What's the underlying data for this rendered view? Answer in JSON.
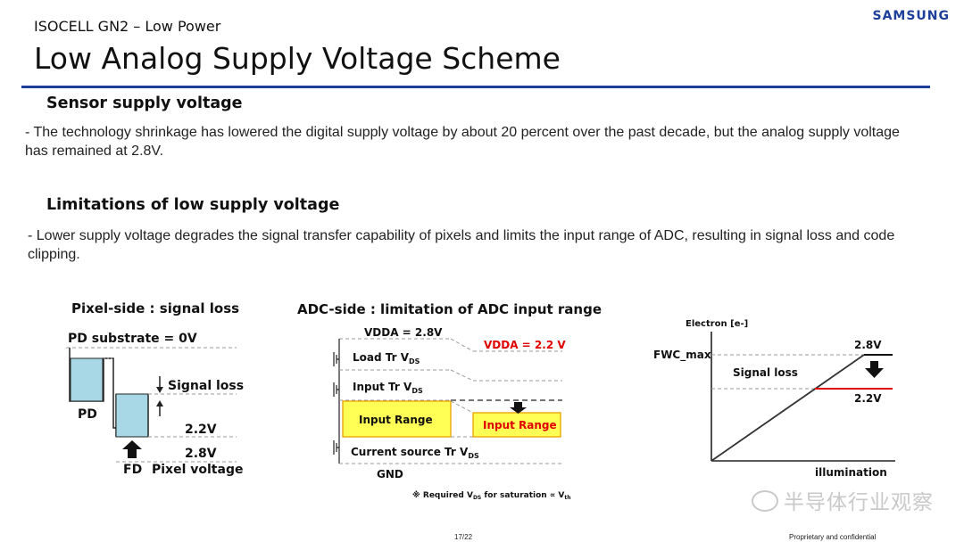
{
  "header": {
    "kicker": "ISOCELL GN2 – Low Power",
    "title": "Low Analog Supply Voltage Scheme",
    "brand": "SAMSUNG"
  },
  "sections": [
    {
      "heading": "Sensor supply voltage",
      "body": "- The technology shrinkage has lowered the digital supply voltage by about 20 percent over the past decade, but the analog supply voltage has remained at 2.8V."
    },
    {
      "heading": "Limitations of low supply voltage",
      "body": "- Lower supply voltage degrades the signal transfer capability of pixels and limits the input range of ADC, resulting in signal loss and code clipping."
    }
  ],
  "pixel_diagram": {
    "caption": "Pixel-side : signal loss",
    "substrate": "PD substrate = 0V",
    "signal_loss": "Signal loss",
    "pd": "PD",
    "fd": "FD",
    "v_low": "2.2V",
    "v_high": "2.8V",
    "pixel_voltage": "Pixel voltage"
  },
  "adc_diagram": {
    "caption": "ADC-side : limitation of ADC input range",
    "vdda_high": "VDDA = 2.8V",
    "vdda_low": "VDDA = 2.2 V",
    "load_tr": "Load Tr V",
    "input_tr": "Input Tr V",
    "current_src": "Current source Tr V",
    "sub_ds": "DS",
    "input_range": "Input Range",
    "gnd": "GND",
    "note_prefix": "※ Required V",
    "note_mid": " for saturation ∝ V",
    "note_sub_th": "th",
    "colors": {
      "range_fill": "#ffff55",
      "range_stroke": "#e8a000",
      "alert": "#e00000"
    }
  },
  "chart_data": {
    "type": "line",
    "title": "",
    "ylabel": "Electron [e-]",
    "xlabel": "illumination",
    "y_marker": "FWC_max",
    "series": [
      {
        "name": "2.8V",
        "color": "#000000"
      },
      {
        "name": "2.2V",
        "color": "#e00000"
      }
    ],
    "annotation": "Signal loss"
  },
  "footer": {
    "page": "17/22",
    "confidential": "Proprietary and confidential",
    "watermark": "半导体行业观察"
  }
}
